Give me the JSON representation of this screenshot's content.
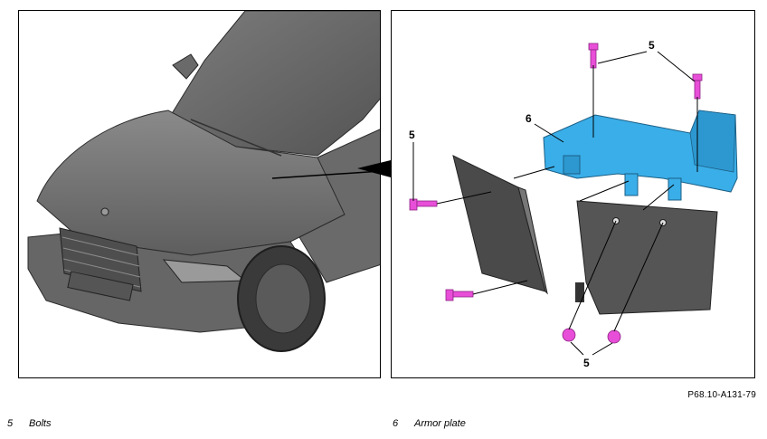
{
  "figure": {
    "reference_code": "P68.10-A131-79",
    "callouts": {
      "bolts": "5",
      "armor_plate": "6"
    }
  },
  "legend": [
    {
      "number": "5",
      "label": "Bolts"
    },
    {
      "number": "6",
      "label": "Armor plate"
    }
  ],
  "colors": {
    "armor_plate": "#3aaee8",
    "bolts": "#e84fd8",
    "body_panels": "#6e6e6e",
    "car_body": "#7a7a7a"
  }
}
